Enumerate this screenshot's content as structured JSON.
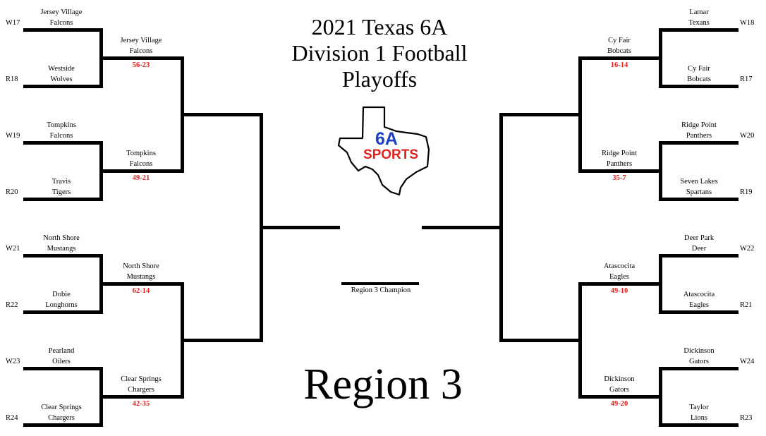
{
  "title": {
    "line1": "2021 Texas 6A",
    "line2": "Division 1 Football",
    "line3": "Playoffs"
  },
  "region_label": "Region 3",
  "champion_label": "Region 3 Champion",
  "logo": {
    "icon": "texas-state-outline-icon",
    "text_top": "6A",
    "text_bottom": "SPORTS",
    "color_top": "#1c3fc7",
    "color_bottom": "#e3201b"
  },
  "colors": {
    "score": "#e3201b",
    "line": "#000000"
  },
  "left": {
    "round1": [
      {
        "seed": "W17",
        "line1": "Jersey Village",
        "line2": "Falcons"
      },
      {
        "seed": "R18",
        "line1": "Westside",
        "line2": "Wolves"
      },
      {
        "seed": "W19",
        "line1": "Tompkins",
        "line2": "Falcons"
      },
      {
        "seed": "R20",
        "line1": "Travis",
        "line2": "Tigers"
      },
      {
        "seed": "W21",
        "line1": "North Shore",
        "line2": "Mustangs"
      },
      {
        "seed": "R22",
        "line1": "Dobie",
        "line2": "Longhorns"
      },
      {
        "seed": "W23",
        "line1": "Pearland",
        "line2": "Oilers"
      },
      {
        "seed": "R24",
        "line1": "Clear Springs",
        "line2": "Chargers"
      }
    ],
    "round2": [
      {
        "line1": "Jersey Village",
        "line2": "Falcons",
        "score": "56-23"
      },
      {
        "line1": "Tompkins",
        "line2": "Falcons",
        "score": "49-21"
      },
      {
        "line1": "North Shore",
        "line2": "Mustangs",
        "score": "62-14"
      },
      {
        "line1": "Clear Springs",
        "line2": "Chargers",
        "score": "42-35"
      }
    ]
  },
  "right": {
    "round1": [
      {
        "seed": "W18",
        "line1": "Lamar",
        "line2": "Texans"
      },
      {
        "seed": "R17",
        "line1": "Cy Fair",
        "line2": "Bobcats"
      },
      {
        "seed": "W20",
        "line1": "Ridge Point",
        "line2": "Panthers"
      },
      {
        "seed": "R19",
        "line1": "Seven Lakes",
        "line2": "Spartans"
      },
      {
        "seed": "W22",
        "line1": "Deer Park",
        "line2": "Deer"
      },
      {
        "seed": "R21",
        "line1": "Atascocita",
        "line2": "Eagles"
      },
      {
        "seed": "W24",
        "line1": "Dickinson",
        "line2": "Gators"
      },
      {
        "seed": "R23",
        "line1": "Taylor",
        "line2": "Lions"
      }
    ],
    "round2": [
      {
        "line1": "Cy Fair",
        "line2": "Bobcats",
        "score": "16-14"
      },
      {
        "line1": "Ridge Point",
        "line2": "Panthers",
        "score": "35-7"
      },
      {
        "line1": "Atascocita",
        "line2": "Eagles",
        "score": "49-10"
      },
      {
        "line1": "Dickinson",
        "line2": "Gators",
        "score": "49-20"
      }
    ]
  }
}
